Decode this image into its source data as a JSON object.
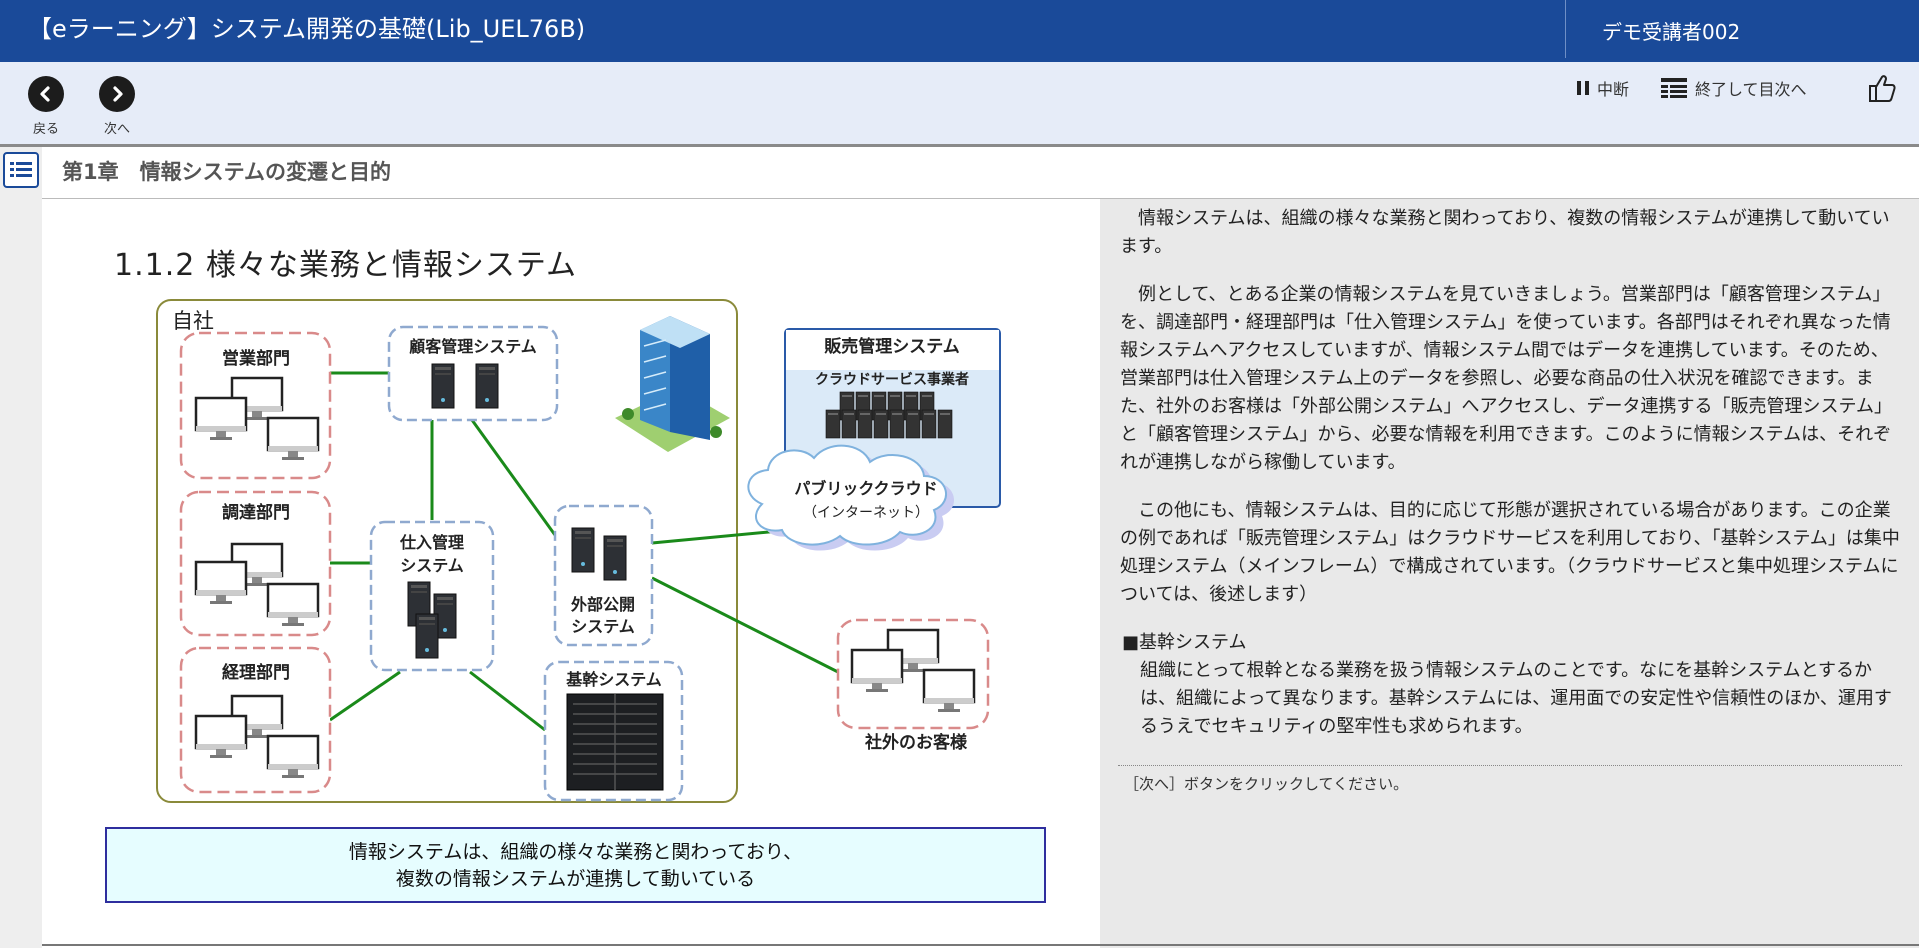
{
  "window": {
    "title": "【eラーニング】システム開発の基礎(Lib_UEL76B)",
    "user": "デモ受講者002"
  },
  "toolbar": {
    "back_label": "戻る",
    "next_label": "次へ",
    "pause_label": "中断",
    "exit_label": "終了して目次へ"
  },
  "chapter": {
    "title": "第1章　情報システムの変遷と目的"
  },
  "slide": {
    "title": "1.1.2 様々な業務と情報システム",
    "company_label": "自社",
    "dept_sales": "営業部門",
    "dept_procure": "調達部門",
    "dept_accounting": "経理部門",
    "sys_crm": "顧客管理システム",
    "sys_purchase_1": "仕入管理",
    "sys_purchase_2": "システム",
    "sys_public_1": "外部公開",
    "sys_public_2": "システム",
    "sys_core": "基幹システム",
    "sys_sales_mgmt": "販売管理システム",
    "cloud_vendor": "クラウドサービス事業者",
    "cloud_1": "パブリッククラウド",
    "cloud_2": "（インターネット）",
    "customers": "社外のお客様",
    "caption_1": "情報システムは、組織の様々な業務と関わっており、",
    "caption_2": "複数の情報システムが連携して動いている"
  },
  "text": {
    "para1": "情報システムは、組織の様々な業務と関わっており、複数の情報システムが連携して動いています。",
    "para2": "例として、とある企業の情報システムを見ていきましょう。営業部門は「顧客管理システム」を、調達部門・経理部門は「仕入管理システム」を使っています。各部門はそれぞれ異なった情報システムへアクセスしていますが、情報システム間ではデータを連携しています。そのため、営業部門は仕入管理システム上のデータを参照し、必要な商品の仕入状況を確認できます。また、社外のお客様は「外部公開システム」へアクセスし、データ連携する「販売管理システム」と「顧客管理システム」から、必要な情報を利用できます。このように情報システムは、それぞれが連携しながら稼働しています。",
    "para3": "この他にも、情報システムは、目的に応じて形態が選択されている場合があります。この企業の例であれば「販売管理システム」はクラウドサービスを利用しており、「基幹システム」は集中処理システム（メインフレーム）で構成されています。（クラウドサービスと集中処理システムについては、後述します）",
    "core_heading": "■基幹システム",
    "core_def": "組織にとって根幹となる業務を扱う情報システムのことです。なにを基幹システムとするかは、組織によって異なります。基幹システムには、運用面での安定性や信頼性のほか、運用するうえでセキュリティの堅牢性も求められます。",
    "instruction": "［次へ］ボタンをクリックしてください。"
  }
}
